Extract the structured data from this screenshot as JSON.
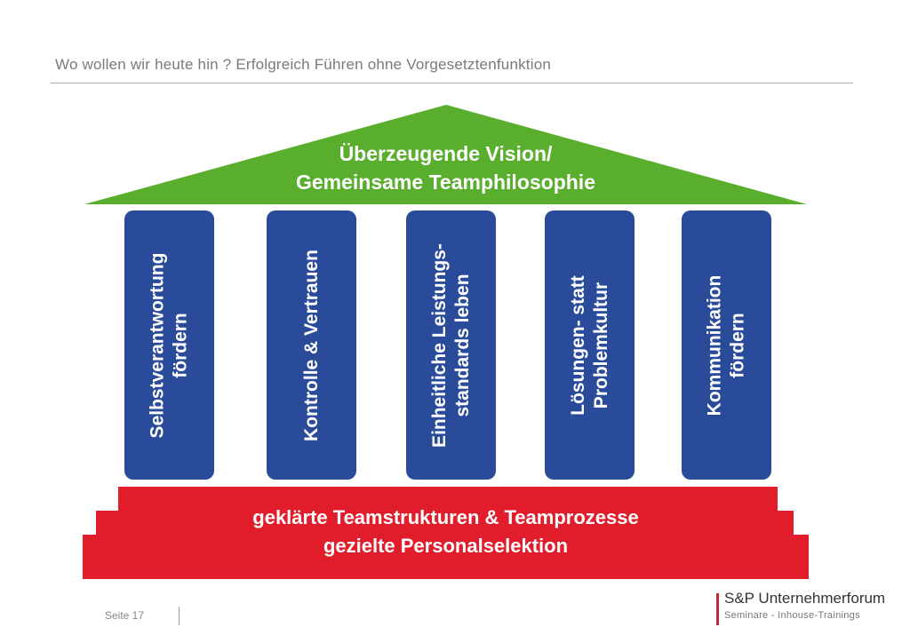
{
  "title": "Wo wollen wir heute hin ? Erfolgreich Führen ohne Vorgesetztenfunktion",
  "roof": {
    "line1": "Überzeugende Vision/",
    "line2": "Gemeinsame Teamphilosophie",
    "color": "#5aae2e"
  },
  "pillars": [
    {
      "line1": "Selbstverantwortung",
      "line2": "fördern"
    },
    {
      "line1": "Kontrolle & Vertrauen",
      "line2": ""
    },
    {
      "line1": "Einheitliche Leistungs-",
      "line2": "standards leben"
    },
    {
      "line1": "Lösungen- statt",
      "line2": "Problemkultur"
    },
    {
      "line1": "Kommunikation",
      "line2": "fördern"
    }
  ],
  "base": {
    "line1": "geklärte Teamstrukturen & Teamprozesse",
    "line2": "gezielte Personalselektion",
    "color": "#e11d2c"
  },
  "footer": {
    "page": "Seite 17",
    "logo_name": "S&P Unternehmerforum",
    "logo_tagline": "Seminare - Inhouse-Trainings"
  }
}
